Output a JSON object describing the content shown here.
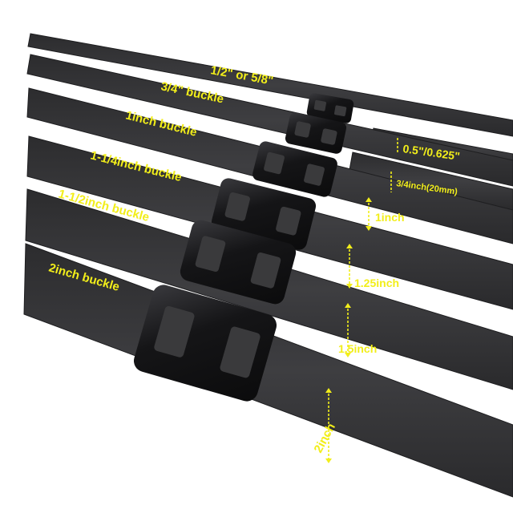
{
  "straps": [
    {
      "label": "1/2\" or 5/8\"",
      "width_label": "0.5\"/0.625\""
    },
    {
      "label": "3/4\" buckle",
      "width_label": "3/4inch(20mm)"
    },
    {
      "label": "1inch buckle",
      "width_label": "1inch"
    },
    {
      "label": "1-1/4inch buckle",
      "width_label": "1.25inch"
    },
    {
      "label": "1-1/2inch buckle",
      "width_label": "1.5inch"
    },
    {
      "label": "2inch buckle",
      "width_label": "2inch"
    }
  ],
  "colors": {
    "strap": "#3a3a3c",
    "strap_edge": "#262628",
    "buckle": "#141416",
    "text": "#f2ee1a",
    "background": "#ffffff"
  }
}
